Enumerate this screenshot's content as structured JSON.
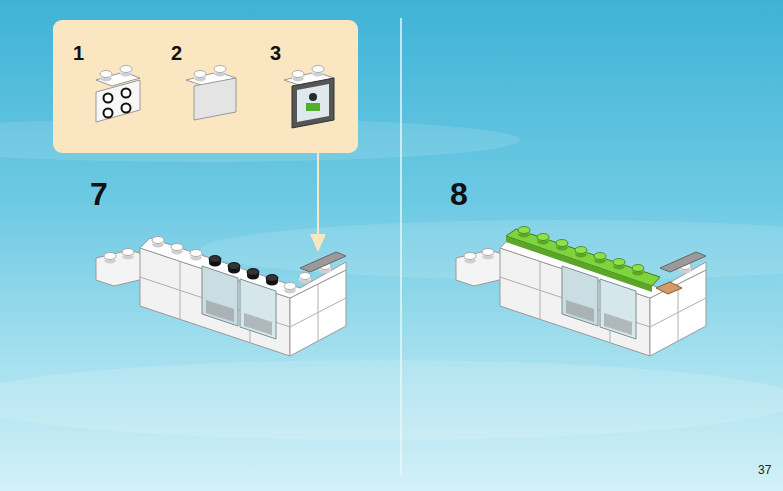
{
  "diagram": {
    "nodes": [
      {
        "text": [
          "1",
          "2",
          "3"
        ]
      }
    ],
    "labels": [
      "7",
      "8",
      "37"
    ]
  }
}
